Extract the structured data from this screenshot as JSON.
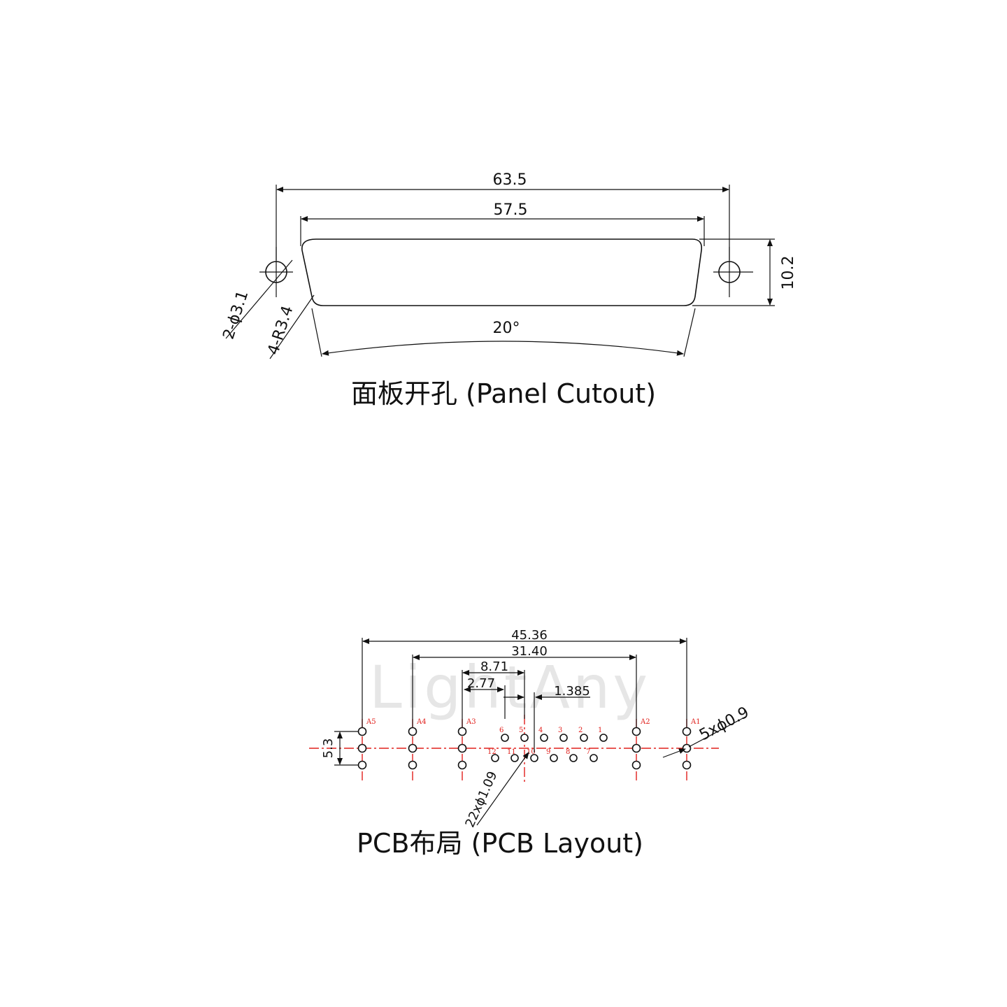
{
  "watermark": "LightAny",
  "panel": {
    "caption": "面板开孔 (Panel Cutout)",
    "dims": {
      "overall_width": "63.5",
      "opening_width": "57.5",
      "height": "10.2",
      "angle": "20°",
      "mount_holes": "2-ϕ3.1",
      "corner_radius": "4-R3.4"
    }
  },
  "pcb": {
    "caption": "PCB布局 (PCB Layout)",
    "dims": {
      "outer_span": "45.36",
      "inner_span": "31.40",
      "d871": "8.71",
      "d277": "2.77",
      "d1385": "1.385",
      "row_pitch": "5.3",
      "large_holes": "5xϕ0.9",
      "small_holes": "22xϕ1.09"
    },
    "power_contacts": [
      "A5",
      "A4",
      "A3",
      "A2",
      "A1"
    ],
    "signal_row_1": [
      "6",
      "5",
      "4",
      "3",
      "2",
      "1"
    ],
    "signal_row_2": [
      "12",
      "11",
      "10",
      "9",
      "8",
      "7"
    ]
  },
  "colors": {
    "line": "#111111",
    "centerline": "#e0201c",
    "watermark": "#e6e6e6"
  }
}
